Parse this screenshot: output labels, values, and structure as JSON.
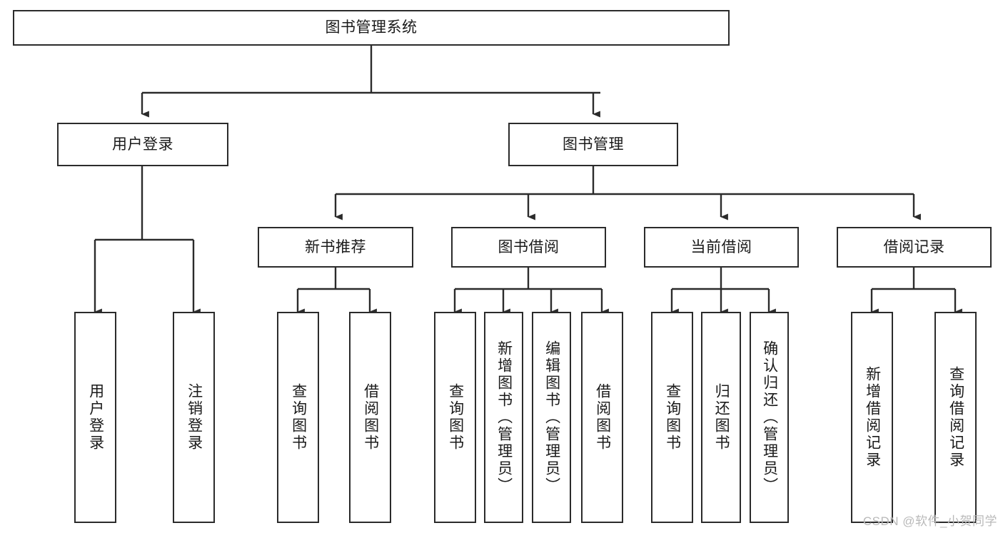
{
  "diagram": {
    "type": "tree",
    "title": "图书管理系统",
    "style": {
      "stroke": "#2b2b2b",
      "fill": "#ffffff",
      "text": "#1a1a1a",
      "watermark_color": "#b9b9b9",
      "background": "#ffffff"
    },
    "watermark": "CSDN @软件_小贺同学",
    "levels": {
      "root": {
        "label": "图书管理系统"
      },
      "level2": [
        {
          "label": "用户登录"
        },
        {
          "label": "图书管理"
        }
      ],
      "level3": [
        {
          "label": "新书推荐"
        },
        {
          "label": "图书借阅"
        },
        {
          "label": "当前借阅"
        },
        {
          "label": "借阅记录"
        }
      ],
      "leaves": [
        {
          "label": "用户登录",
          "parent": "用户登录",
          "orientation": "vertical"
        },
        {
          "label": "注销登录",
          "parent": "用户登录",
          "orientation": "vertical"
        },
        {
          "label": "查询图书",
          "parent": "新书推荐",
          "orientation": "vertical"
        },
        {
          "label": "借阅图书",
          "parent": "新书推荐",
          "orientation": "vertical"
        },
        {
          "label": "查询图书",
          "parent": "图书借阅",
          "orientation": "vertical"
        },
        {
          "label": "新增图书（管理员）",
          "parent": "图书借阅",
          "orientation": "vertical"
        },
        {
          "label": "编辑图书（管理员）",
          "parent": "图书借阅",
          "orientation": "vertical"
        },
        {
          "label": "借阅图书",
          "parent": "图书借阅",
          "orientation": "vertical"
        },
        {
          "label": "查询图书",
          "parent": "当前借阅",
          "orientation": "vertical"
        },
        {
          "label": "归还图书",
          "parent": "当前借阅",
          "orientation": "vertical"
        },
        {
          "label": "确认归还（管理员）",
          "parent": "当前借阅",
          "orientation": "vertical"
        },
        {
          "label": "新增借阅记录",
          "parent": "借阅记录",
          "orientation": "vertical"
        },
        {
          "label": "查询借阅记录",
          "parent": "借阅记录",
          "orientation": "vertical"
        }
      ]
    }
  }
}
